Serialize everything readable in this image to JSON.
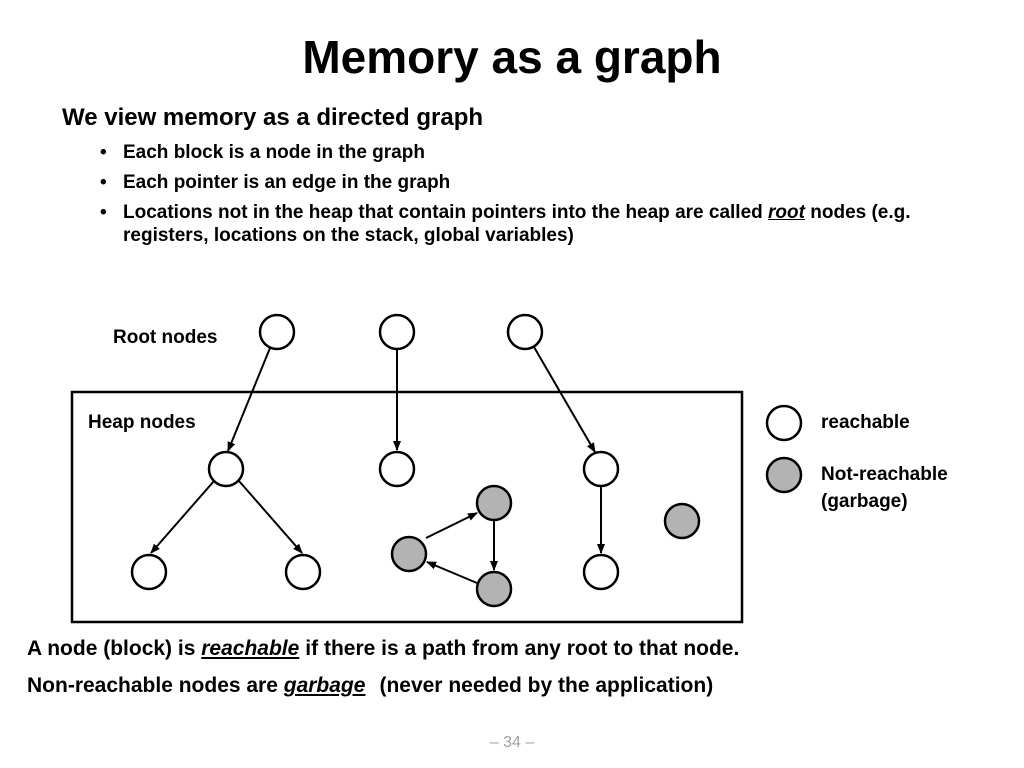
{
  "slide": {
    "title": "Memory as a graph",
    "lead": "We view memory as a directed graph",
    "bullets": [
      {
        "text": "Each block is a node in the graph"
      },
      {
        "text": "Each pointer is an edge in the graph"
      },
      {
        "pre": "Locations not in the heap that contain pointers into the heap are called ",
        "em": "root",
        "post": " nodes  (e.g. registers, locations on the stack, global variables)"
      }
    ],
    "bullet_glyph": "•",
    "page_number": "– 34 –"
  },
  "diagram": {
    "root_label": "Root nodes",
    "heap_label": "Heap nodes",
    "legend": {
      "reachable": "reachable",
      "not_reachable_line1": "Not-reachable",
      "not_reachable_line2": "(garbage)"
    },
    "colors": {
      "reachable_fill": "#ffffff",
      "garbage_fill": "#b3b3b3",
      "stroke": "#000000"
    }
  },
  "definitions": {
    "line1_pre": "A node (block) is ",
    "line1_em": "reachable",
    "line1_post": "if there is a path from any root to that node.",
    "line2_pre": "Non-reachable nodes are ",
    "line2_em": "garbage",
    "line2_post": "(never needed by the application)"
  }
}
